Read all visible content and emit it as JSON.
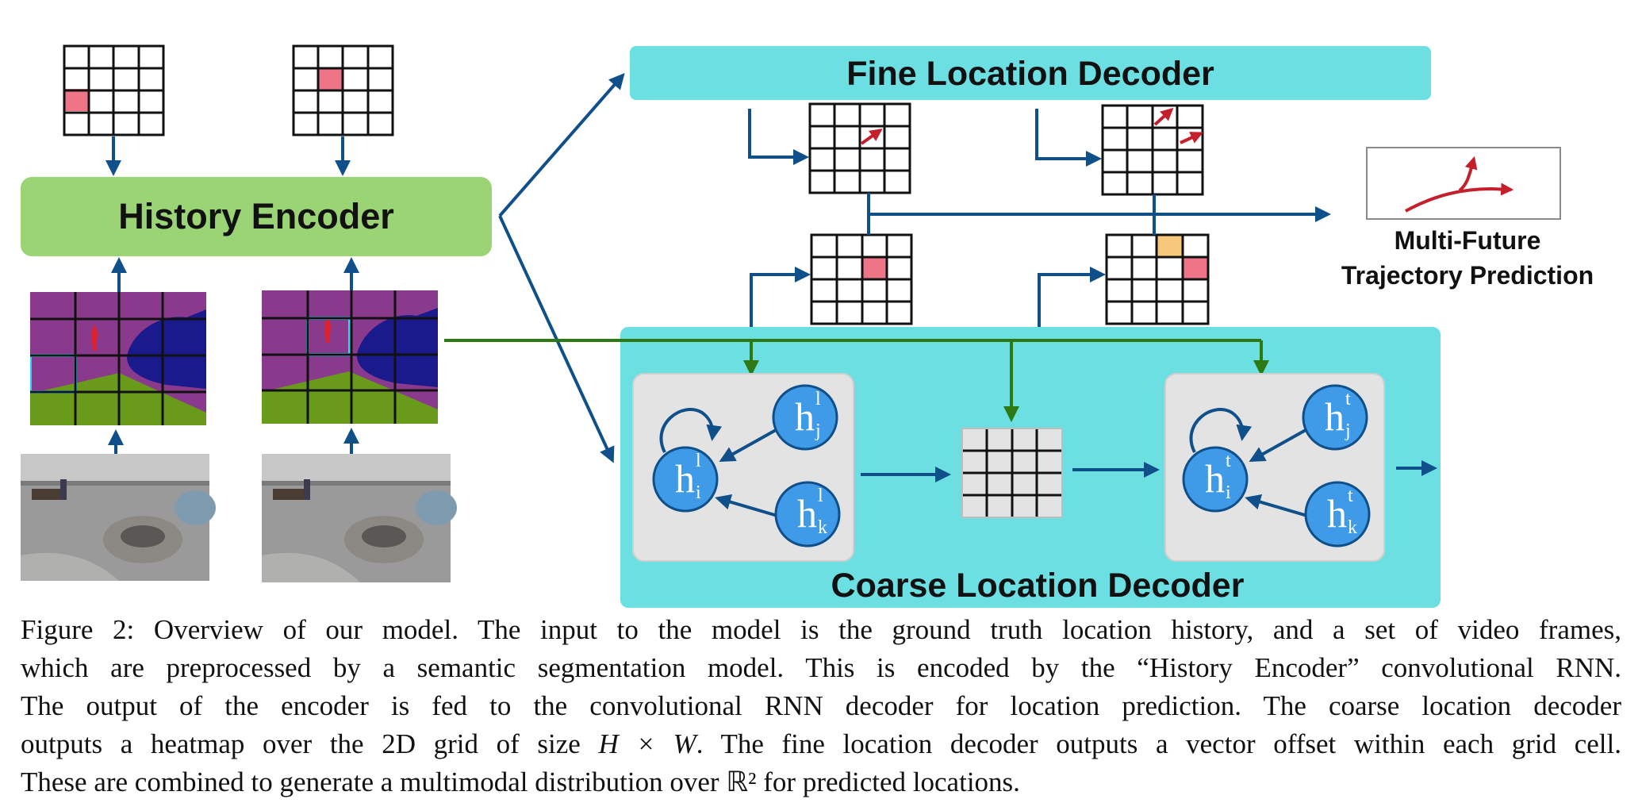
{
  "figure": {
    "labels": {
      "history_encoder": "History Encoder",
      "fine_decoder": "Fine Location Decoder",
      "coarse_decoder": "Coarse Location Decoder",
      "output_line1": "Multi-Future",
      "output_line2": "Trajectory Prediction"
    },
    "nodes": {
      "letter": "h",
      "left": {
        "i": {
          "sup": "l",
          "sub": "i"
        },
        "j": {
          "sup": "l",
          "sub": "j"
        },
        "k": {
          "sup": "l",
          "sub": "k"
        }
      },
      "right": {
        "i": {
          "sup": "t",
          "sub": "i"
        },
        "j": {
          "sup": "t",
          "sub": "j"
        },
        "k": {
          "sup": "t",
          "sub": "k"
        }
      }
    },
    "colors": {
      "encoder_green": "#9bd474",
      "decoder_cyan": "#6cdfe2",
      "arrow_blue": "#0f4f8a",
      "arrow_green": "#2e7a12",
      "node_blue": "#3f9be8",
      "cell_pink": "#ef7486",
      "cell_orange": "#f7c77a",
      "offset_red": "#c41f2a",
      "seg_purple": "#8a3a8d",
      "seg_navy": "#1a1a8c",
      "seg_green": "#6a9a1a",
      "highlight_cyan": "#25d8ef"
    }
  },
  "caption": {
    "lines": [
      "Figure 2: Overview of our model. The input to the model is the ground truth location history, and a set of video frames,",
      "which are preprocessed by a semantic segmentation model. This is encoded by the “History Encoder” convolutional RNN.",
      "The output of the encoder is fed to the convolutional RNN decoder for location prediction. The coarse location decoder"
    ],
    "line4_before": "outputs a heatmap over the 2D grid of size ",
    "line4_math": "H × W",
    "line4_after": ". The fine location decoder outputs a vector offset within each grid cell.",
    "line5_before": "These are combined to generate a multimodal distribution over ",
    "line5_math": "ℝ²",
    "line5_after": " for predicted locations."
  }
}
